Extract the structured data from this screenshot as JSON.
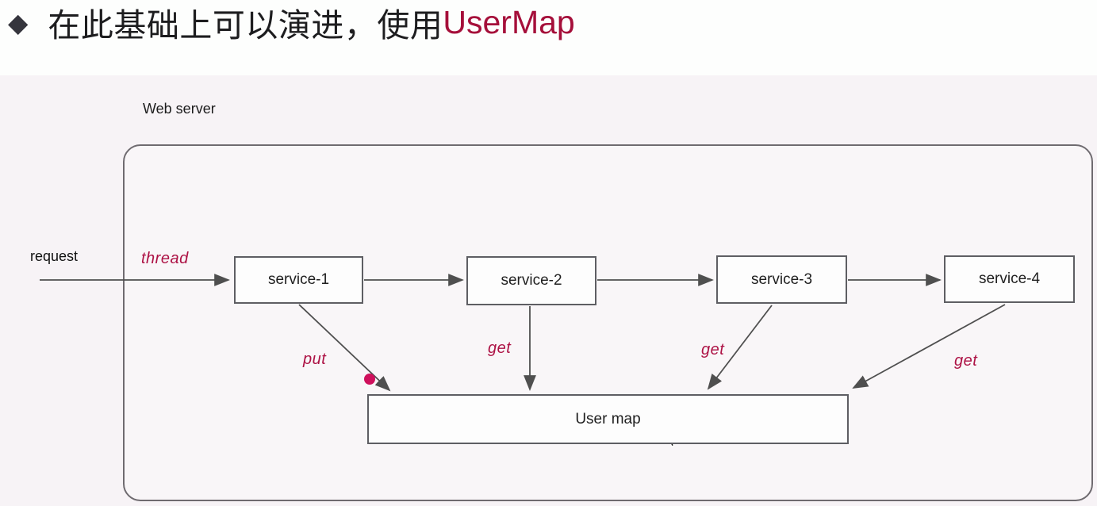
{
  "title": {
    "bullet": "◆",
    "text": "在此基础上可以演进，使用",
    "highlight": "UserMap"
  },
  "diagram": {
    "container_label": "Web server",
    "request_label": "request",
    "services": [
      {
        "label": "service-1"
      },
      {
        "label": "service-2"
      },
      {
        "label": "service-3"
      },
      {
        "label": "service-4"
      }
    ],
    "user_map_label": "User map",
    "edges": {
      "thread": "thread",
      "put": "put",
      "get_service2": "get",
      "get_service3": "get",
      "get_service4": "get"
    }
  },
  "colors": {
    "title_accent": "#a50f3a",
    "edge_label": "#ad1245",
    "marker_dot": "#cf105c",
    "diagram_background": "#f7f3f6",
    "arrow_stroke": "#4f4f4f",
    "box_border": "#5e5e63"
  }
}
